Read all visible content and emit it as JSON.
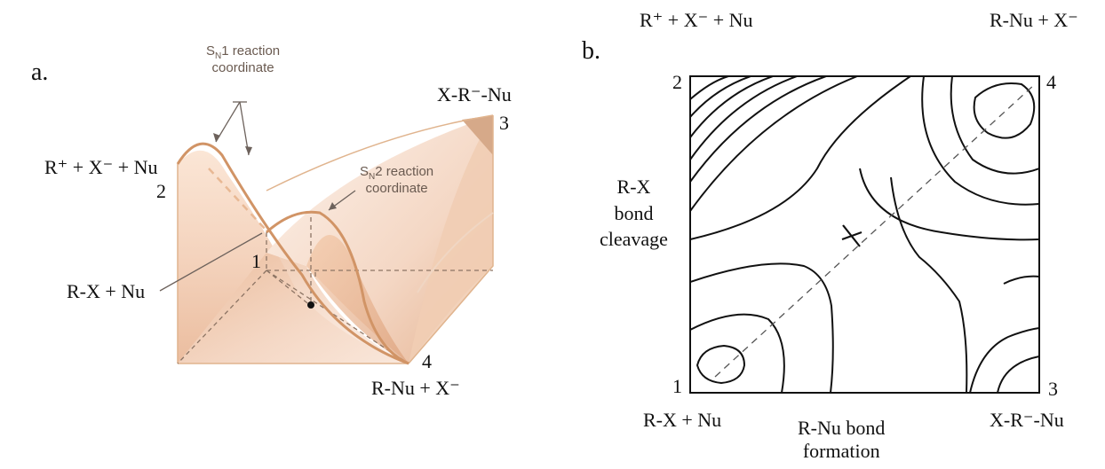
{
  "panel_a": {
    "letter": "a.",
    "sn1_label_line1": "SN1 reaction",
    "sn1_label_line2": "coordinate",
    "sn2_label_line1": "SN2 reaction",
    "sn2_label_line2": "coordinate",
    "corner_1_num": "1",
    "corner_1_species": "R-X + Nu",
    "corner_2_num": "2",
    "corner_2_species": "R⁺ + X⁻ + Nu",
    "corner_3_num": "3",
    "corner_3_species": "X-R⁻-Nu",
    "corner_4_num": "4",
    "corner_4_species": "R-Nu + X⁻"
  },
  "panel_b": {
    "letter": "b.",
    "corner_1_num": "1",
    "corner_1_species": "R-X + Nu",
    "corner_2_num": "2",
    "corner_2_species": "R⁺ + X⁻ + Nu",
    "corner_3_num": "3",
    "corner_3_species": "X-R⁻-Nu",
    "corner_4_num": "4",
    "corner_4_species": "R-Nu + X⁻",
    "y_axis_line1": "R-X",
    "y_axis_line2": "bond",
    "y_axis_line3": "cleavage",
    "x_axis_line1": "R-Nu bond",
    "x_axis_line2": "formation"
  },
  "colors": {
    "curve_orange": "#d19466",
    "box_edge": "#e0b48e",
    "contour": "#111111"
  }
}
